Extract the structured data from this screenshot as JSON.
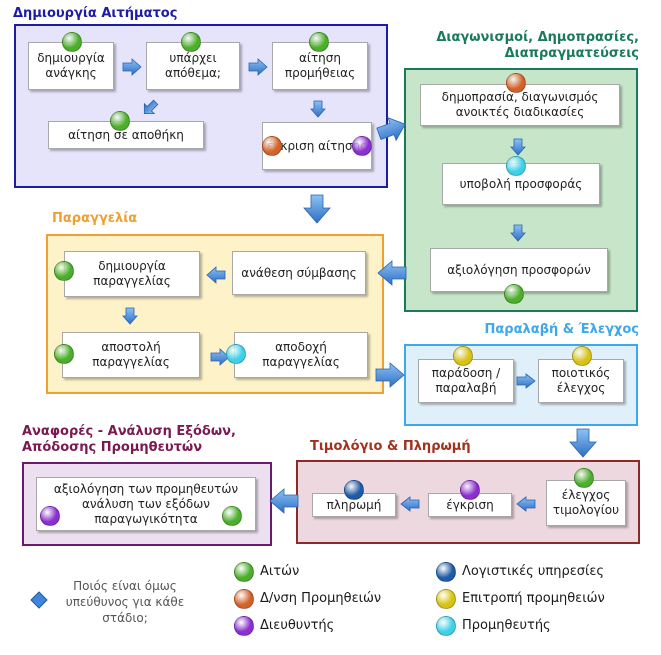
{
  "colors": {
    "green": "#4cae2c",
    "orange": "#d2622a",
    "purple": "#8a2fd0",
    "blue": "#1f5ba8",
    "yellow": "#d8c214",
    "cyan": "#3ed0e8",
    "arrow": "#3f86d8"
  },
  "sections": {
    "request": {
      "title": "Δημιουργία Αιτήματος",
      "create_need": "δημιουργία ανάγκης",
      "in_stock": "υπάρχει απόθεμα;",
      "supply_request": "αίτηση προμήθειας",
      "warehouse_request": "αίτηση σε αποθήκη",
      "approval": "έγκριση αίτησης"
    },
    "tenders": {
      "title_line1": "Διαγωνισμοί, Δημοπρασίες,",
      "title_line2": "Διαπραγματεύσεις",
      "auction": "δημοπρασία, διαγωνισμός ανοικτές διαδικασίες",
      "submit_offer": "υποβολή προσφοράς",
      "evaluate_offers": "αξιολόγηση προσφορών"
    },
    "order": {
      "title": "Παραγγελία",
      "contract_award": "ανάθεση σύμβασης",
      "create_order": "δημιουργία παραγγελίας",
      "send_order": "αποστολή παραγγελίας",
      "accept_order": "αποδοχή παραγγελίας"
    },
    "receipt": {
      "title": "Παραλαβή & Έλεγχος",
      "delivery": "παράδοση / παραλαβή",
      "quality_check": "ποιοτικός έλεγχος"
    },
    "invoice": {
      "title": "Τιμολόγιο & Πληρωμή",
      "invoice_check": "έλεγχος τιμολογίου",
      "approval": "έγκριση",
      "payment": "πληρωμή"
    },
    "reports": {
      "title_line1": "Αναφορές - Ανάλυση Εξόδων,",
      "title_line2": "Απόδοσης Προμηθευτών",
      "evaluation": "αξιολόγηση των προμηθευτών ανάλυση των εξόδων παραγωγικότητα"
    }
  },
  "legend": {
    "note": "Ποιός είναι όμως υπεύθυνος για κάθε στάδιο;",
    "items": [
      {
        "label": "Αιτών",
        "color": "#4cae2c"
      },
      {
        "label": "Δ/νση Προμηθειών",
        "color": "#d2622a"
      },
      {
        "label": "Διευθυντής",
        "color": "#8a2fd0"
      },
      {
        "label": "Λογιστικές υπηρεσίες",
        "color": "#1f5ba8"
      },
      {
        "label": "Επιτροπή προμηθειών",
        "color": "#d8c214"
      },
      {
        "label": "Προμηθευτής",
        "color": "#3ed0e8"
      }
    ]
  }
}
